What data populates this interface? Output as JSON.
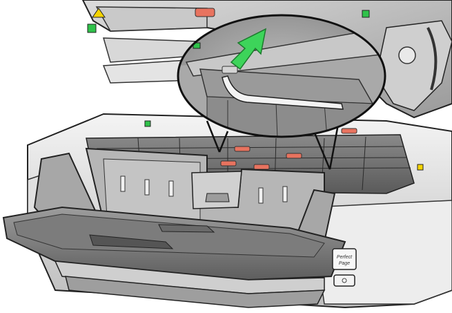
{
  "illustration": {
    "subject": "scanner-open-with-feed-tray",
    "callout": {
      "arrow_color": "#3dd45a"
    },
    "accents": {
      "green": "#2fc24a",
      "orange": "#e8735f",
      "yellow": "#f5d400"
    },
    "badge": {
      "line1": "Perfect",
      "line2": "Page"
    }
  }
}
